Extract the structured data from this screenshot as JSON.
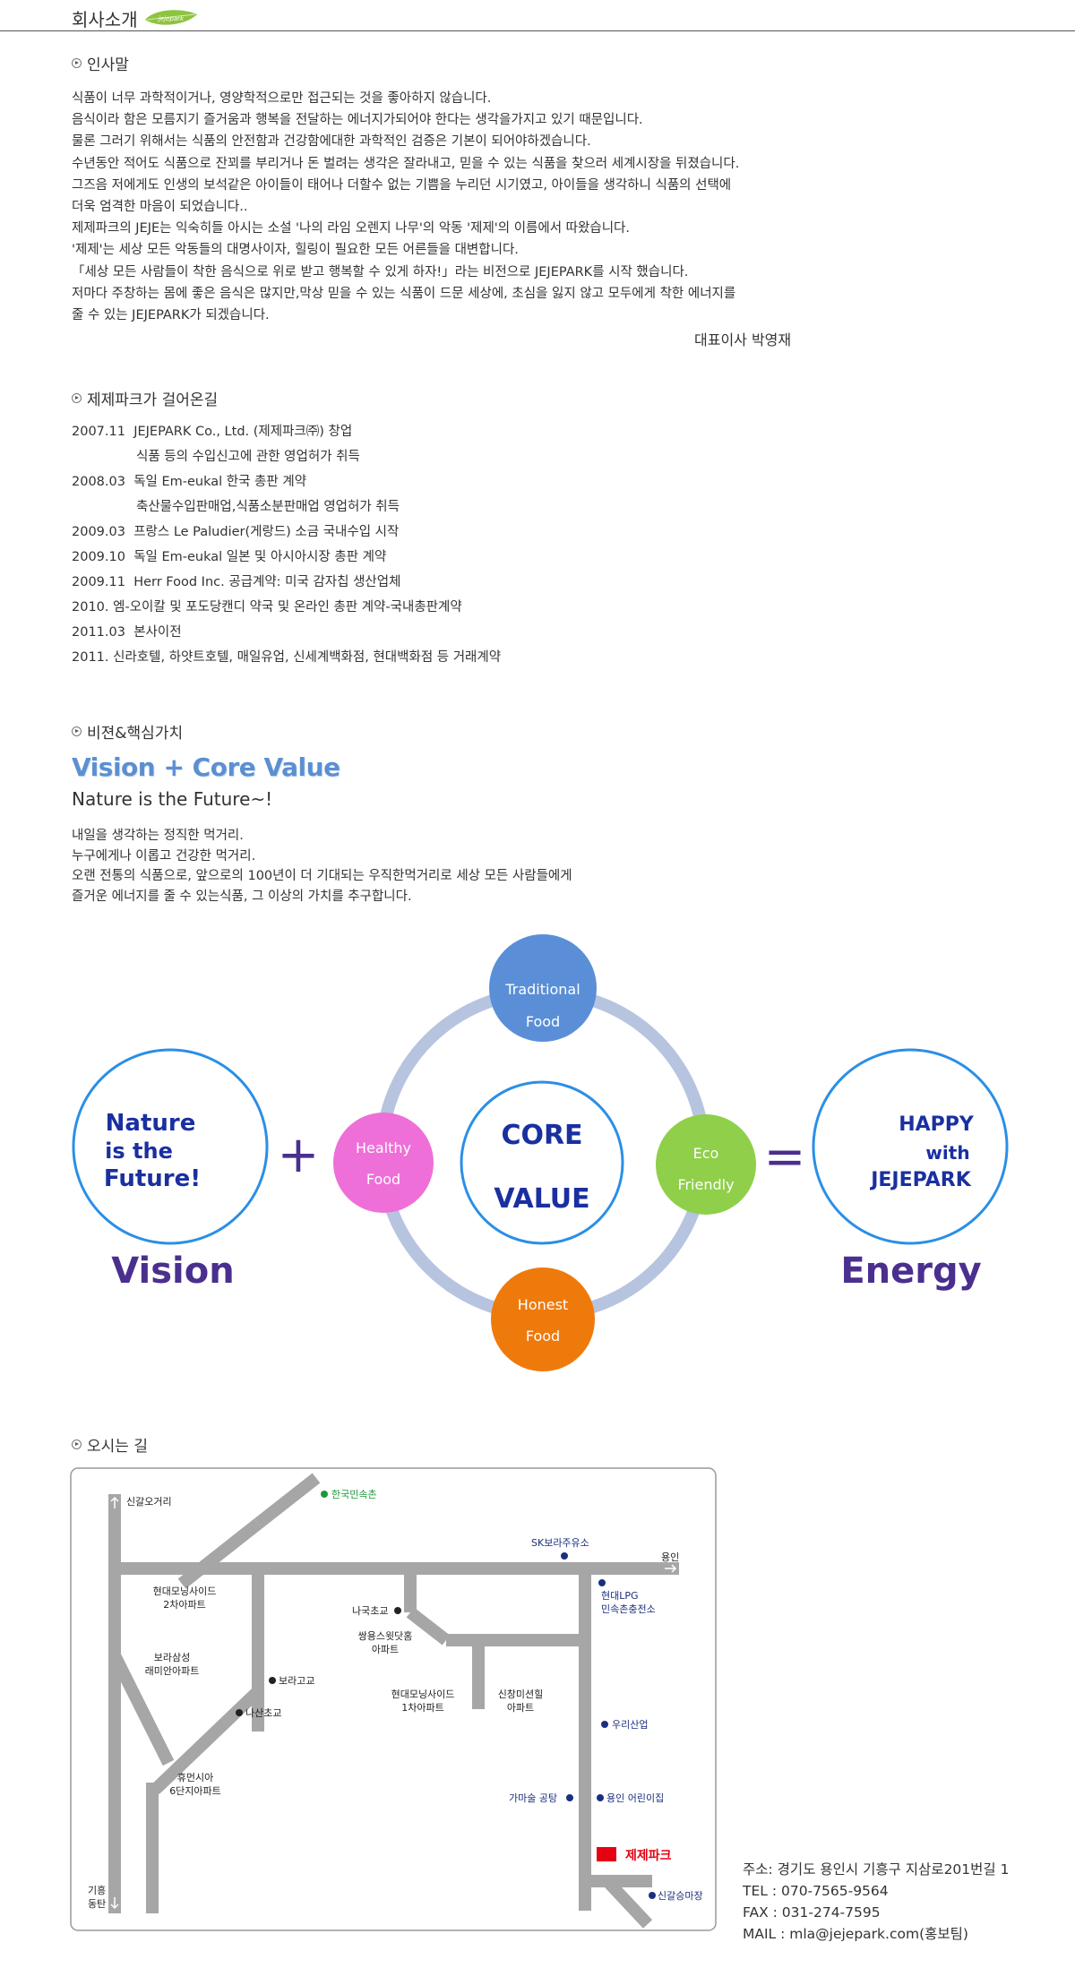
{
  "header": {
    "title": "회사소개",
    "logo_text": "jejepark"
  },
  "greeting": {
    "title": "인사말",
    "lines": [
      "식품이 너무 과학적이거나, 영양학적으로만 접근되는 것을 좋아하지 않습니다.",
      "음식이라 함은 모름지기 즐거움과 행복을 전달하는 에너지가되어야 한다는 생각을가지고 있기 때문입니다.",
      "물론 그러기 위해서는 식품의 안전함과 건강함에대한 과학적인 검증은 기본이 되어야하겠습니다.",
      "수년동안 적어도 식품으로 잔꾀를 부리거나 돈 벌려는 생각은 잘라내고, 믿을 수 있는 식품을 찾으러 세계시장을 뒤졌습니다.",
      "그즈음 저에게도 인생의 보석같은 아이들이 태어나 더할수 없는 기쁨을 누리던 시기였고, 아이들을 생각하니 식품의 선택에",
      "더욱 엄격한 마음이 되었습니다..",
      "제제파크의 JEJE는 익숙히들 아시는 소설 '나의 라임 오렌지 나무'의 악동 '제제'의 이름에서 따왔습니다.",
      "'제제'는 세상 모든 악동들의 대명사이자, 힐링이 필요한 모든 어른들을 대변합니다.",
      "「세상 모든 사람들이 착한 음식으로 위로 받고 행복할 수 있게 하자!」라는 비전으로 JEJEPARK를 시작 했습니다.",
      "저마다 주창하는 몸에 좋은 음식은 많지만,막상 믿을 수 있는 식품이 드문 세상에, 초심을 잃지 않고 모두에게 착한 에너지를",
      "줄 수 있는 JEJEPARK가 되겠습니다."
    ],
    "ceo": "대표이사  박영재"
  },
  "history": {
    "title": "제제파크가 걸어온길",
    "items": [
      {
        "date": "2007.11",
        "text": "JEJEPARK Co., Ltd. (제제파크㈜) 창업"
      },
      {
        "date": "",
        "text": "식품 등의 수입신고에 관한 영업허가 취득"
      },
      {
        "date": "2008.03",
        "text": "독일 Em-eukal 한국 총판 계약"
      },
      {
        "date": "",
        "text": "축산물수입판매업,식품소분판매업 영업허가 취득"
      },
      {
        "date": "2009.03",
        "text": "프랑스 Le Paludier(게랑드) 소금 국내수입 시작"
      },
      {
        "date": "2009.10",
        "text": "독일 Em-eukal 일본 및 아시아시장 총판 계약"
      },
      {
        "date": "2009.11",
        "text": "Herr Food Inc. 공급계약: 미국 감자칩 생산업체"
      },
      {
        "date": "2010.",
        "text": "엠-오이칼 및 포도당캔디 약국 및 온라인 총판 계약-국내총판계약"
      },
      {
        "date": "2011.03",
        "text": "본사이전"
      },
      {
        "date": "2011.",
        "text": "신라호텔, 하얏트호텔, 매일유업, 신세계백화점, 현대백화점 등 거래계약"
      }
    ]
  },
  "vision": {
    "title": "비젼&핵심가치",
    "headline": "Vision + Core Value",
    "subheadline": "Nature is the Future~!",
    "lines": [
      "내일을 생각하는 정직한 먹거리.",
      "누구에게나 이롭고 건강한 먹거리.",
      "오랜 전통의 식품으로, 앞으로의 100년이 더 기대되는 우직한먹거리로 세상 모든 사람들에게",
      "즐거운 에너지를 줄 수 있는식품, 그 이상의 가치를 추구합니다."
    ],
    "diagram": {
      "left_circle": [
        "Nature",
        "is the",
        "Future!"
      ],
      "left_caption": "Vision",
      "plus": "+",
      "equals": "=",
      "core": [
        "CORE",
        "VALUE"
      ],
      "top": [
        "Traditional",
        "Food"
      ],
      "left": [
        "Healthy",
        "Food"
      ],
      "right": [
        "Eco",
        "Friendly"
      ],
      "bottom": [
        "Honest",
        "Food"
      ],
      "right_circle": [
        "HAPPY",
        "with",
        "JEJEPARK"
      ],
      "right_caption": "Energy",
      "colors": {
        "blue": "#5a8fd8",
        "pink": "#ef6fd8",
        "green": "#8fcf4a",
        "orange": "#ef7a0c",
        "ring": "#b6c4e0",
        "navy": "#1a2fa0",
        "purple": "#4a2f8f",
        "outline": "#2a8fe6"
      }
    }
  },
  "directions": {
    "title": "오시는 길",
    "map": {
      "labels": {
        "singal_intersection": "신갈오거리",
        "folk_village": "한국민속촌",
        "sk_station": "SK보라주유소",
        "yongin": "용인",
        "hyundai_morning_2": [
          "현대모닝사이드",
          "2차아파트"
        ],
        "hyundai_lpg": [
          "현대LPG",
          "민속촌충전소"
        ],
        "naguk_school": "나국초교",
        "ssangyong_apt": [
          "쌍용스윗닷홈",
          "아파트"
        ],
        "bora_samsung": [
          "보라삼성",
          "래미안아파트"
        ],
        "bora_high": "보라고교",
        "nasan_school": "나산초교",
        "hyundai_morning_1": [
          "현대모닝사이드",
          "1차아파트"
        ],
        "sinchang_apt": [
          "신창미션힐",
          "아파트"
        ],
        "woori": "우리산업",
        "humansia": [
          "휴먼시아",
          "6단지아파트"
        ],
        "gamasul": "가마술 공탕",
        "yongin_daycare": "용인 어린이집",
        "jejepark": "제제파크",
        "giheung": [
          "기흥",
          "동탄"
        ],
        "singal_market": "신갈승마장"
      }
    },
    "address": "주소: 경기도 용인시 기흥구 지삼로201번길 1",
    "tel": "TEL : 070-7565-9564",
    "fax": "FAX : 031-274-7595",
    "mail": "MAIL : mla@jejepark.com(홍보팀)"
  }
}
